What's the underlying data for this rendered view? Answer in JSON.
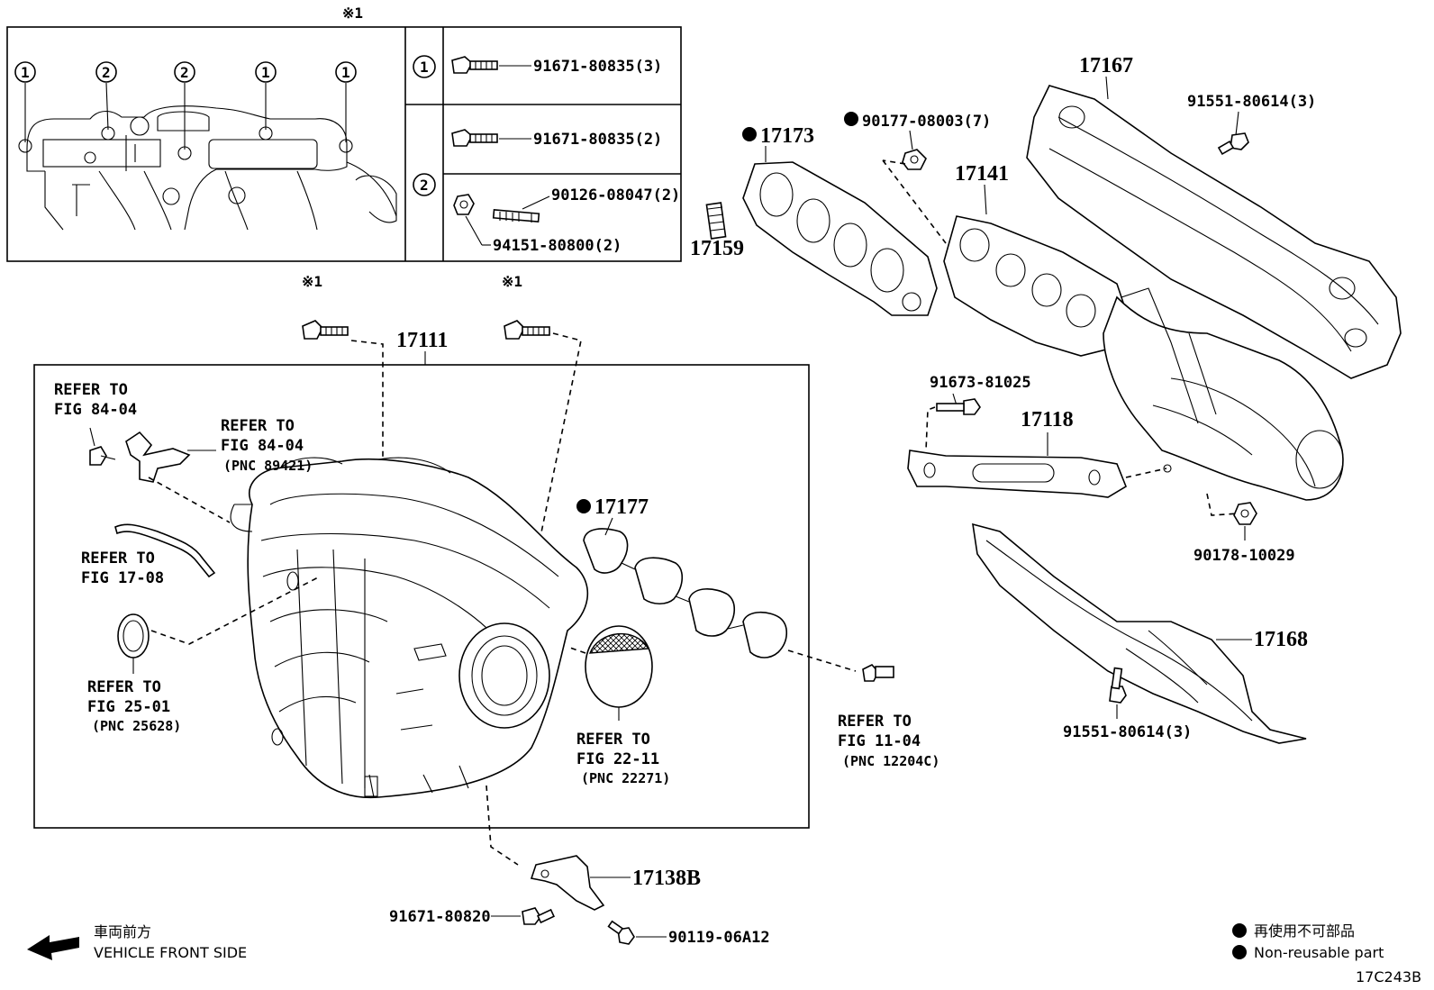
{
  "markers": {
    "kome": "※1",
    "circle1": "1",
    "circle2": "2"
  },
  "inset": {
    "row1_part": "91671-80835(3)",
    "row2_part_a": "91671-80835(2)",
    "row2_part_b": "90126-08047(2)",
    "row2_part_c": "94151-80800(2)"
  },
  "parts": {
    "p17111": "17111",
    "p17173": "17173",
    "p90177": "90177-08003(7)",
    "p17159": "17159",
    "p17167": "17167",
    "p91551_top": "91551-80614(3)",
    "p17141": "17141",
    "p91673": "91673-81025",
    "p17118": "17118",
    "p90178": "90178-10029",
    "p17168": "17168",
    "p91551_bottom": "91551-80614(3)",
    "p17177": "17177",
    "p17138B": "17138B",
    "p91671_80820": "91671-80820",
    "p90119": "90119-06A12"
  },
  "refs": {
    "r1_a": "REFER TO",
    "r1_b": "FIG 84-04",
    "r2_a": "REFER TO",
    "r2_b": "FIG 84-04",
    "r2_c": "(PNC 89421)",
    "r3_a": "REFER TO",
    "r3_b": "FIG 17-08",
    "r4_a": "REFER TO",
    "r4_b": "FIG 25-01",
    "r4_c": "(PNC 25628)",
    "r5_a": "REFER TO",
    "r5_b": "FIG 22-11",
    "r5_c": "(PNC 22271)",
    "r6_a": "REFER TO",
    "r6_b": "FIG 11-04",
    "r6_c": "(PNC 12204C)"
  },
  "front": {
    "jp": "車両前方",
    "en": "VEHICLE FRONT SIDE"
  },
  "legend": {
    "jp": "再使用不可部品",
    "en": "Non-reusable part"
  },
  "figure_code": "17C243B"
}
